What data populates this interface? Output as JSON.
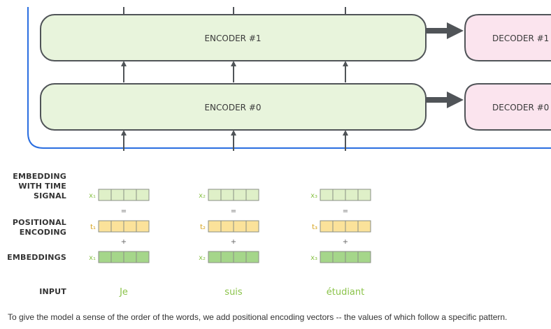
{
  "encoders": [
    {
      "label": "ENCODER #1"
    },
    {
      "label": "ENCODER #0"
    }
  ],
  "decoders": [
    {
      "label": "DECODER #1"
    },
    {
      "label": "DECODER #0"
    }
  ],
  "row_labels": {
    "embedding_time": [
      "EMBEDDING",
      "WITH TIME",
      "SIGNAL"
    ],
    "positional": [
      "POSITIONAL",
      "ENCODING"
    ],
    "embeddings": "EMBEDDINGS",
    "input": "INPUT"
  },
  "symbols": {
    "equals": "=",
    "plus": "+"
  },
  "columns": [
    {
      "sum_label": "x1",
      "pos_label": "t1",
      "emb_label": "x1",
      "word": "Je"
    },
    {
      "sum_label": "x2",
      "pos_label": "t2",
      "emb_label": "x2",
      "word": "suis"
    },
    {
      "sum_label": "x3",
      "pos_label": "t3",
      "emb_label": "x3",
      "word": "étudiant"
    }
  ],
  "colors": {
    "encoder_fill": "#e8f4dc",
    "decoder_fill": "#fbe4ee",
    "box_stroke": "#505458",
    "container_stroke": "#2a6ee0",
    "sum_vector": "#dff0c8",
    "pos_vector": "#fbe29a",
    "emb_vector": "#a5d68a",
    "x_label": "#8bc34a",
    "t_label": "#d4a017"
  },
  "caption": "To give the model a sense of the order of the words, we add positional encoding vectors -- the values of which follow a specific pattern."
}
